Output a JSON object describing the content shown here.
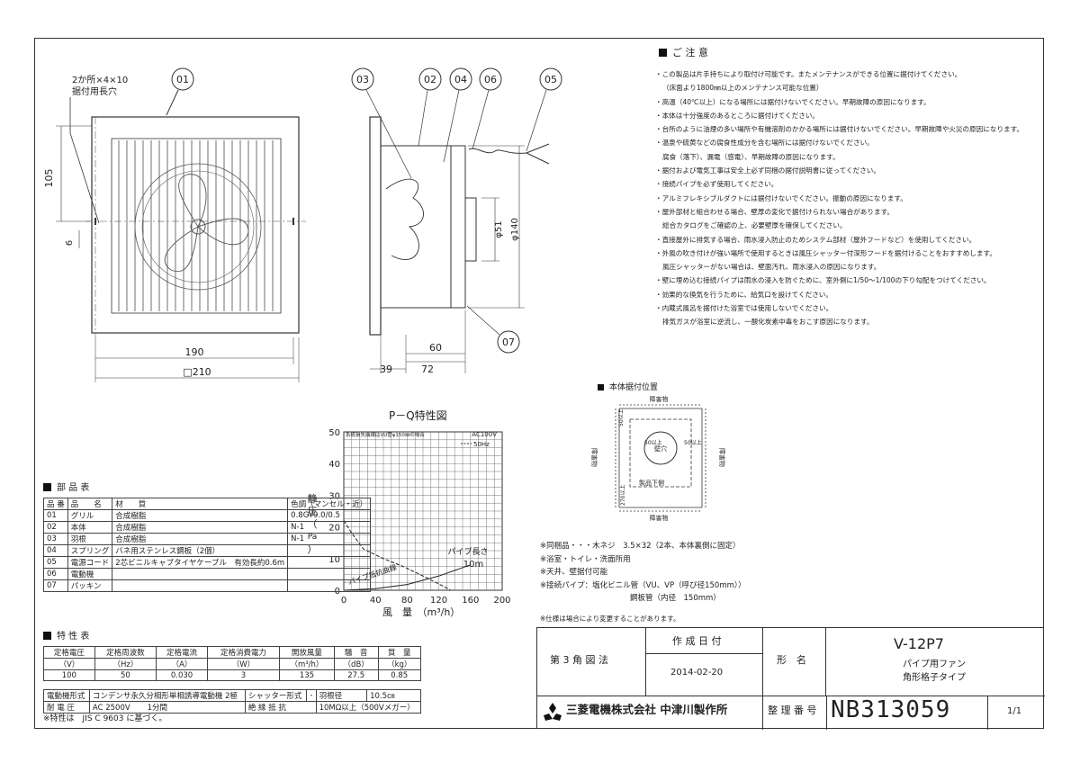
{
  "front_view": {
    "callout": "01",
    "hole_note_1": "2か所×4×10",
    "hole_note_2": "据付用長穴",
    "dim_height": "105",
    "dim_small": "6",
    "dim_inner": "190",
    "dim_outer": "□210"
  },
  "side_view": {
    "callouts": [
      "03",
      "02",
      "04",
      "06",
      "05",
      "07"
    ],
    "dim_51": "φ51",
    "dim_140": "φ140",
    "dim_60": "60",
    "dim_39": "39",
    "dim_72": "72"
  },
  "notes": {
    "title": "ご 注 意",
    "lines": [
      "・この製品は片手持ちにより取付け可能です。またメンテナンスができる位置に据付けてください。",
      "（床面より1800㎜以上のメンテナンス可能な位置）",
      "・高温（40℃以上）になる場所には据付けないでください。早期故障の原因になります。",
      "・本体は十分強度のあるところに据付けてください。",
      "・台所のように油煙の多い場所や有機溶剤のかかる場所には据付けないでください。早期故障や火災の原因になります。",
      "・温泉や硫黄などの腐食性成分を含む場所には据付けないでください。",
      "腐食（落下）、漏電（感電）、早期故障の原因になります。",
      "・据付および電気工事は安全上必ず同梱の据付説明書に従ってください。",
      "・接続パイプを必ず使用してください。",
      "・アルミフレキシブルダクトには据付けないでください。振動の原因になります。",
      "・屋外部材と組合わせる場合、壁厚の変化で据付けられない場合があります。",
      "総合カタログをご確認の上、必要壁厚を確保してください。",
      "・直接屋外に排気する場合、雨水浸入防止のためシステム部材（屋外フードなど）を使用してください。",
      "・外風の吹き付けが強い場所で使用するときは風圧シャッター付深形フードを据付けることをおすすめします。",
      "風圧シャッターがない場合は、壁面汚れ、雨水浸入の原因になります。",
      "・壁に埋め込む接続パイプは雨水の浸入を防ぐために、室外側に1/50～1/100の下り勾配をつけてください。",
      "・効果的な換気を行うために、給気口を設けてください。",
      "・内蔵式風呂を据付けた浴室では使用しないでください。",
      "排気ガスが浴室に逆流し、一酸化炭素中毒をおこす原因になります。"
    ]
  },
  "install_position": {
    "title": "本体据付位置",
    "obstacle": "障害物",
    "dim_side_left": "50以上",
    "dim_side_right": "50以上",
    "dim_top": "50以上",
    "dim_bottom": "270以上",
    "hole_label": "壁穴",
    "bottom_label": "製品下側"
  },
  "pq_chart": {
    "title": "P－Q特性図",
    "note": "系統損失曲線はVU管φ150㎜の場合",
    "power": "AC100V",
    "legend": "50Hz",
    "ylabel_chars": [
      "静",
      "圧",
      "（",
      "Pa",
      "）"
    ],
    "xlabel": "風　量　（m³/h）",
    "pipe_length_label": "パイプ長さ",
    "pipe_length_value": "10m",
    "resistance_label": "パイプ抵抗曲線"
  },
  "chart_data": {
    "type": "line",
    "title": "P－Q特性図",
    "xlabel": "風　量　（m³/h）",
    "ylabel": "静圧（Pa）",
    "xlim": [
      0,
      200
    ],
    "ylim": [
      0,
      50
    ],
    "xticks": [
      "0",
      "40",
      "80",
      "120",
      "160",
      "200"
    ],
    "yticks": [
      "0",
      "10",
      "20",
      "30",
      "40",
      "50"
    ],
    "grid": true,
    "legend": "top-right",
    "series": [
      {
        "name": "50Hz",
        "style": "dashed",
        "x": [
          0,
          10,
          25,
          50,
          75,
          100,
          120,
          135
        ],
        "y": [
          22,
          18,
          13,
          10,
          7.5,
          4.5,
          2,
          0
        ]
      },
      {
        "name": "10m",
        "style": "solid",
        "x": [
          0,
          40,
          80,
          120,
          160
        ],
        "y": [
          0,
          0.5,
          1.8,
          4.5,
          8
        ]
      }
    ]
  },
  "parts_table": {
    "title": "部 品 表",
    "headers": [
      "品 番",
      "品　　名",
      "材　　質",
      "色調（マンセル・近）"
    ],
    "rows": [
      [
        "01",
        "グリル",
        "合成樹脂",
        "0.8GY9.0/0.5"
      ],
      [
        "02",
        "本体",
        "合成樹脂",
        "N-1"
      ],
      [
        "03",
        "羽根",
        "合成樹脂",
        "N-1"
      ],
      [
        "04",
        "スプリング",
        "バネ用ステンレス鋼板（2個）",
        ""
      ],
      [
        "05",
        "電源コード",
        "2芯ビニルキャブタイヤケーブル　有効長約0.6m",
        ""
      ],
      [
        "06",
        "電動機",
        "",
        ""
      ],
      [
        "07",
        "パッキン",
        "",
        ""
      ]
    ]
  },
  "spec_table": {
    "title": "特 性 表",
    "headers": [
      "定格電圧",
      "定格周波数",
      "定格電流",
      "定格消費電力",
      "開放風量",
      "騒　音",
      "質　量"
    ],
    "units": [
      "（V）",
      "（Hz）",
      "（A）",
      "（W）",
      "（m³/h）",
      "（dB）",
      "（kg）"
    ],
    "values": [
      "100",
      "50",
      "0.030",
      "3",
      "135",
      "27.5",
      "0.85"
    ],
    "motor_label": "電動機形式",
    "motor_value": "コンデンサ永久分相形単相誘導電動機 2極",
    "shutter_label": "シャッター形式",
    "shutter_value": "-",
    "blade_label": "羽根径",
    "blade_value": "10.5㎝",
    "withstand_label": "耐 電 圧",
    "withstand_value": "AC 2500V",
    "withstand_time": "1分間",
    "insulation_label": "絶 縁 抵 抗",
    "insulation_value": "10MΩ以上（500Vメガー）",
    "footnote": "※特性は　JIS C 9603 に基づく。"
  },
  "extra_notes": {
    "lines": [
      "※同梱品・・・木ネジ　3.5×32（2本、本体裏側に固定）",
      "※浴室・トイレ・洗面所用",
      "※天井、壁据付可能",
      "※接続パイプ：塩化ビニル管（VU、VP（呼び径150mm））",
      "鋼板管（内径　150mm）"
    ],
    "spec_change": "※仕様は場合により変更することがあります。"
  },
  "title_block": {
    "projection": "第 3 角 図 法",
    "date_label": "作 成 日 付",
    "date_value": "2014-02-20",
    "model_label": "形　名",
    "model_value": "V-12P7",
    "desc1": "パイプ用ファン",
    "desc2": "角形格子タイプ",
    "company": "三菱電機株式会社 中津川製作所",
    "ref_label": "整 理 番 号",
    "ref_value": "NB313059",
    "page": "1/1"
  }
}
